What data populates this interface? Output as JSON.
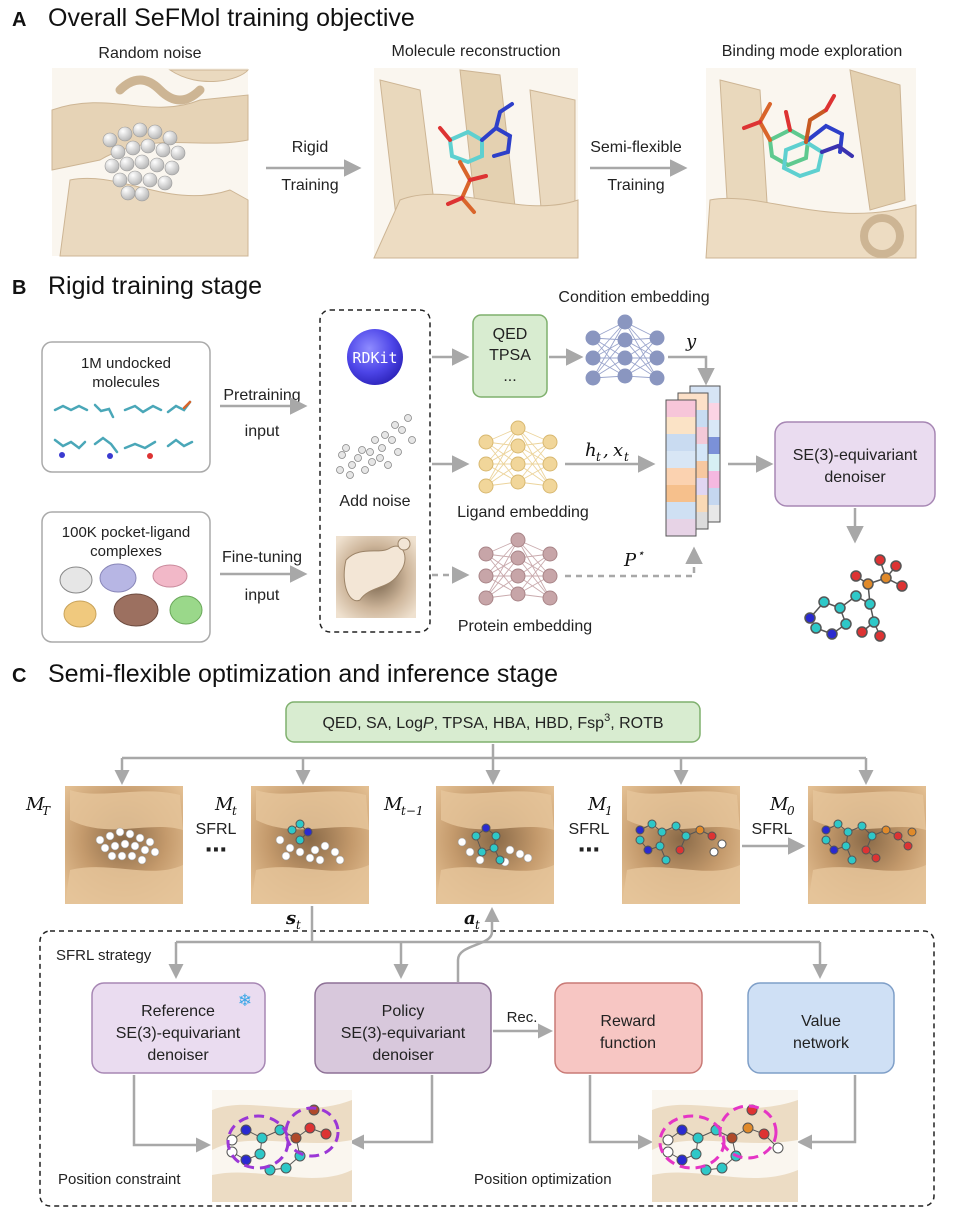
{
  "panel_a": {
    "letter": "A",
    "title": "Overall SeFMol training objective",
    "img1_caption": "Random noise",
    "img2_caption": "Molecule reconstruction",
    "img3_caption": "Binding mode exploration",
    "arrow1_top": "Rigid",
    "arrow1_bottom": "Training",
    "arrow2_top": "Semi-flexible",
    "arrow2_bottom": "Training"
  },
  "panel_b": {
    "letter": "B",
    "title": "Rigid training stage",
    "box1_line1": "1M undocked",
    "box1_line2": "molecules",
    "box2_line1": "100K pocket-ligand",
    "box2_line2": "complexes",
    "arrow1_top": "Pretraining",
    "arrow1_bottom": "input",
    "arrow2_top": "Fine-tuning",
    "arrow2_bottom": "input",
    "rdkit_label": "RDKit",
    "add_noise": "Add noise",
    "props_line1": "QED",
    "props_line2": "TPSA",
    "props_line3": "...",
    "condition_embedding": "Condition embedding",
    "ligand_embedding": "Ligand embedding",
    "protein_embedding": "Protein embedding",
    "y_symbol": "y",
    "h_symbol": "h",
    "x_symbol": "x",
    "t_sub": "t",
    "p_symbol": "P",
    "p_sup": "⋆",
    "denoiser_line1": "SE(3)-equivariant",
    "denoiser_line2": "denoiser"
  },
  "panel_c": {
    "letter": "C",
    "title": "Semi-flexible optimization and inference stage",
    "properties_pre": "QED, SA, Log",
    "properties_p": "P",
    "properties_mid": ", TPSA, HBA, HBD, Fsp",
    "properties_sup": "3",
    "properties_post": ", ROTB",
    "m_symbol": "M",
    "m_T_sub": "T",
    "m_t_sub": "t",
    "m_tm1_sub": "t−1",
    "m_1_sub": "1",
    "m_0_sub": "0",
    "sfrl": "SFRL",
    "dots": "⋯",
    "s_symbol": "s",
    "a_symbol": "a",
    "strategy_label": "SFRL strategy",
    "ref_line1": "Reference",
    "ref_line2": "SE(3)-equivariant",
    "ref_line3": "denoiser",
    "frozen_icon": "❄",
    "policy_line1": "Policy",
    "policy_line2": "SE(3)-equivariant",
    "policy_line3": "denoiser",
    "rec_label": "Rec.",
    "reward_line1": "Reward",
    "reward_line2": "function",
    "value_line1": "Value",
    "value_line2": "network",
    "position_constraint": "Position constraint",
    "position_optimization": "Position optimization"
  },
  "colors": {
    "props_green": "#d8ecd0",
    "denoiser_purple": "#eadcf0",
    "policy_purple": "#d8c8dc",
    "reward_red": "#f7c6c3",
    "value_blue": "#cfe0f5",
    "protein_tan": "#e8d8bd",
    "surface_tan": "#d9b48a"
  }
}
